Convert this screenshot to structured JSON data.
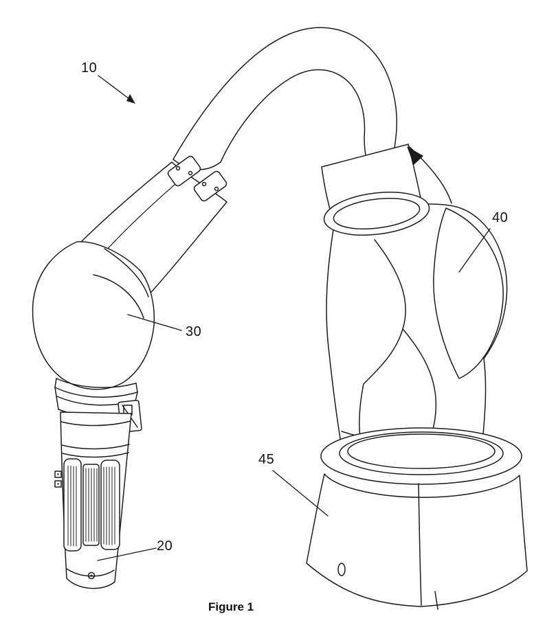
{
  "figure": {
    "caption": "Figure 1",
    "drawing": "robot-arm-line-drawing",
    "labels": [
      {
        "id": "10",
        "text": "10"
      },
      {
        "id": "20",
        "text": "20"
      },
      {
        "id": "30",
        "text": "30"
      },
      {
        "id": "40",
        "text": "40"
      },
      {
        "id": "45",
        "text": "45"
      }
    ],
    "colors": {
      "line": "#1b1b1b",
      "background": "#ffffff"
    }
  }
}
